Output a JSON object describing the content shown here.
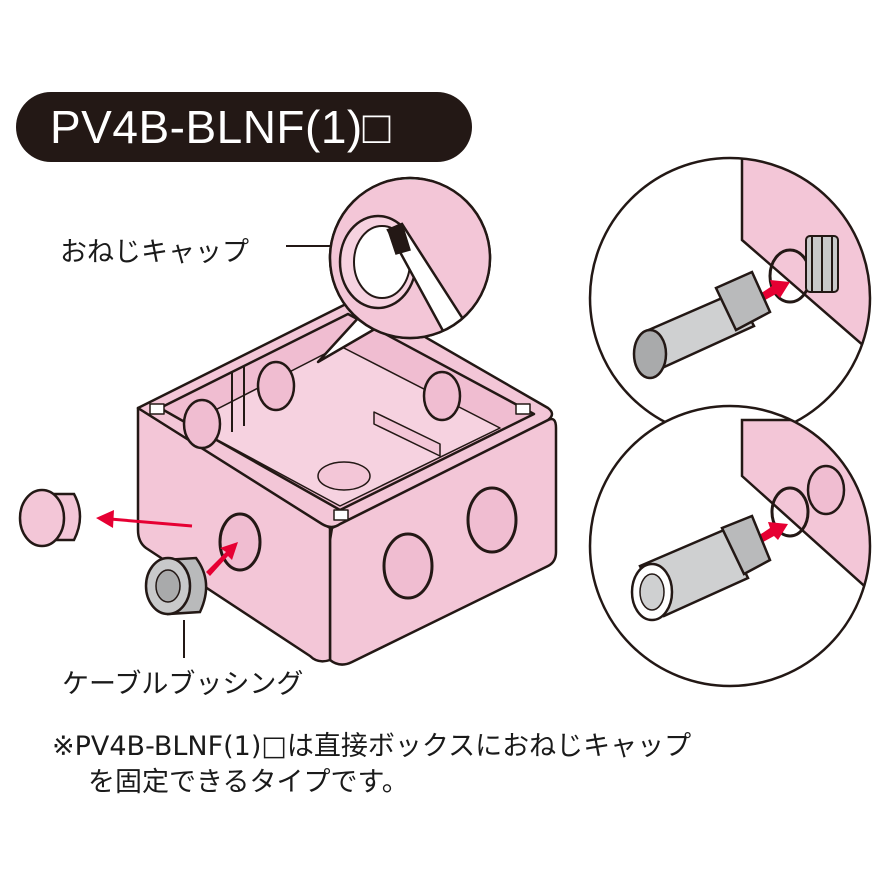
{
  "title": "PV4B-BLNF(1)□",
  "labels": {
    "cap": "おねじキャップ",
    "bushing": "ケーブルブッシング"
  },
  "note": {
    "line1": "※PV4B-BLNF(1)□は直接ボックスにおねじキャップ",
    "line2": "を固定できるタイプです。"
  },
  "colors": {
    "box_fill": "#f3c6d7",
    "box_stroke": "#231815",
    "arrow": "#e60033",
    "gray": "#b9babb",
    "title_bg": "#231815"
  }
}
